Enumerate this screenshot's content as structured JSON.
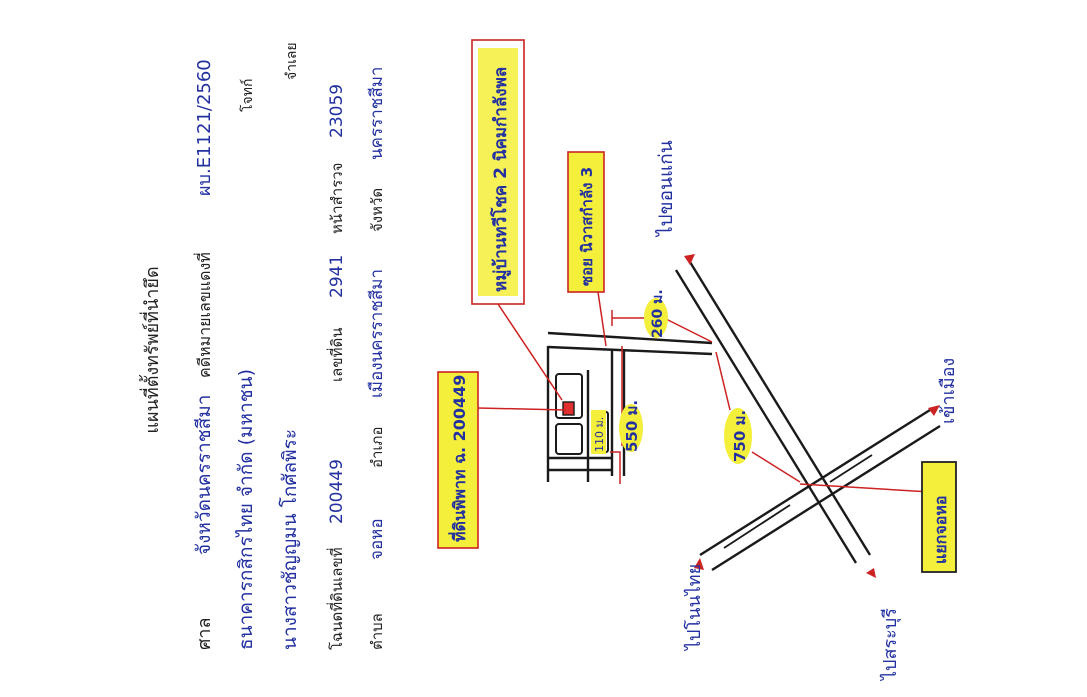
{
  "header": {
    "title": "แผนที่ตั้งทรัพย์ที่นำยึด"
  },
  "case_info": {
    "court_label": "ศาล",
    "court_value": "จังหวัดนครราชสีมา",
    "case_no_label": "คดีหมายเลขแดงที่",
    "case_no_value": "ผบ.E1121/2560",
    "plaintiff_label": "โจทก์",
    "plaintiff_value": "ธนาคารกสิกรไทย จำกัด (มหาชน)",
    "defendant_label": "จำเลย",
    "defendant_value": "นางสาวชัญญมน โกศัลพิระ",
    "deed_label": "โฉนดที่ดินเลขที่",
    "deed_value": "200449",
    "land_no_label": "เลขที่ดิน",
    "land_no_value": "2941",
    "survey_label": "หน้าสำรวจ",
    "survey_value": "23059",
    "subdistrict_label": "ตำบล",
    "subdistrict_value": "จอหอ",
    "district_label": "อำเภอ",
    "district_value": "เมืองนครราชสีมา",
    "province_label": "จังหวัด",
    "province_value": "นครราชสีมา"
  },
  "map": {
    "property_label": "ที่ดินพิพาท ฉ. 200449",
    "village_label": "หมู่บ้านทวีโชค 2 นิคมกำลังพล",
    "soi_label": "ซอย นิวาสกำลัง 3",
    "dist_110": "110 ม.",
    "dist_550": "550 ม.",
    "dist_260": "260 ม.",
    "dist_750": "750 ม.",
    "intersection_label": "แยกจอหอ",
    "to_khonkaen": "ไปขอนแก่น",
    "to_city": "เข้าเมือง",
    "to_phimai": "ไปโนนไทย",
    "to_saraburi": "ไปสระบุรี",
    "colors": {
      "ink": "#2230a0",
      "road": "#1a1a1a",
      "leader": "#cc2222",
      "highlight": "#f4ef3a",
      "box": "#cc2222",
      "property_fill": "#e23030"
    }
  }
}
